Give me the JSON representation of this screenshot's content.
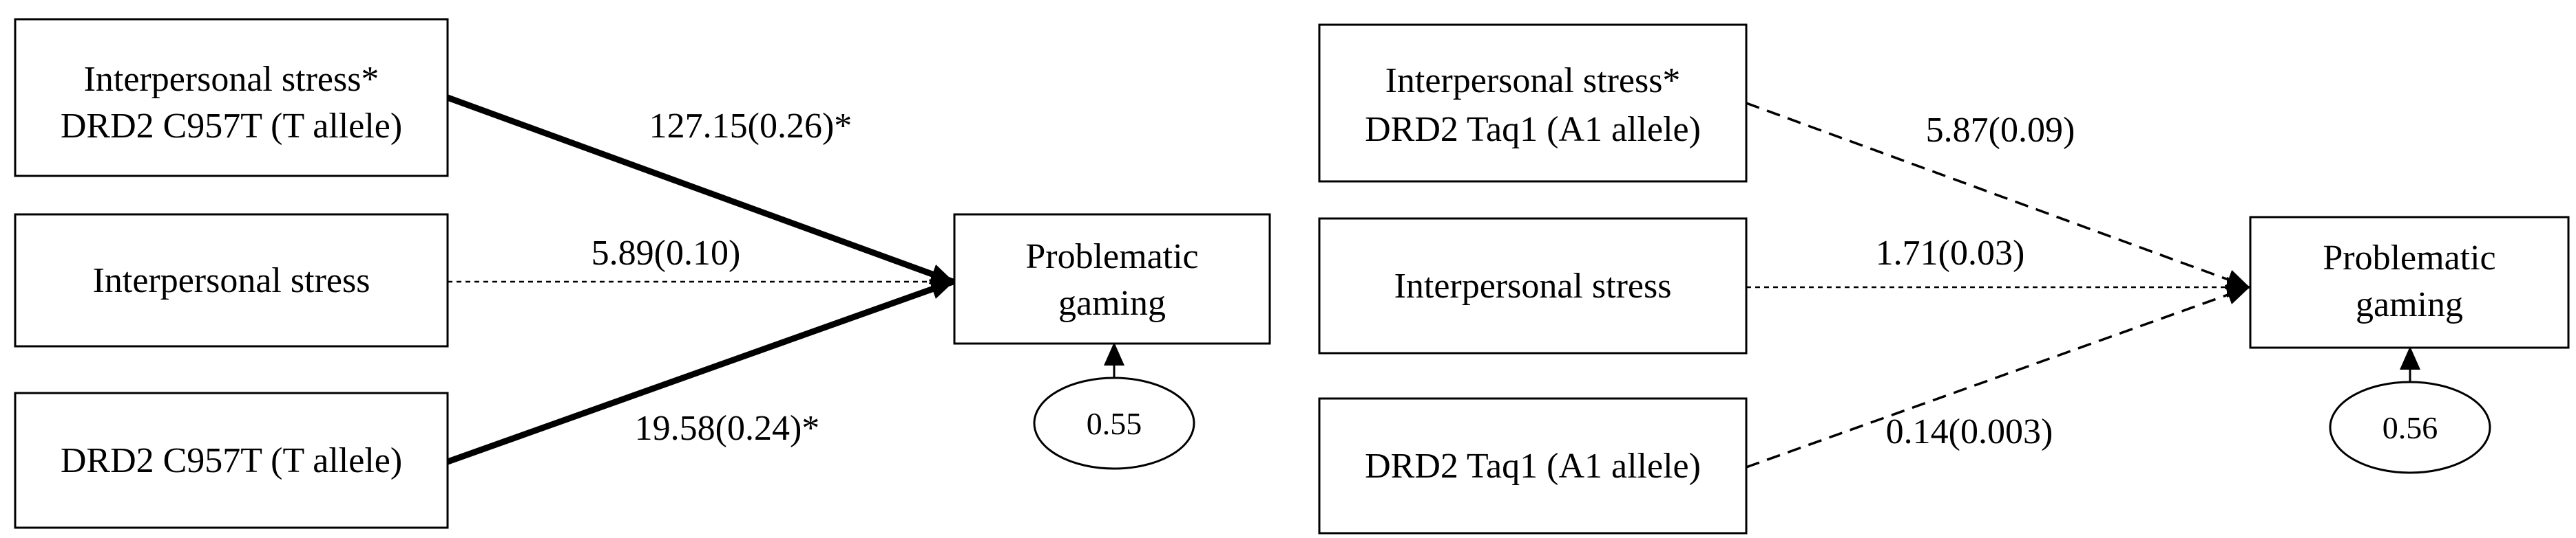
{
  "left_model": {
    "boxes": {
      "interaction": {
        "line1": "Interpersonal stress*",
        "line2": "DRD2 C957T (T allele)"
      },
      "stress": {
        "line1": "Interpersonal stress"
      },
      "gene": {
        "line1": "DRD2 C957T (T allele)"
      },
      "outcome": {
        "line1": "Problematic",
        "line2": "gaming"
      }
    },
    "coefficients": {
      "interaction": "127.15(0.26)*",
      "stress": "5.89(0.10)",
      "gene": "19.58(0.24)*"
    },
    "error": "0.55"
  },
  "right_model": {
    "boxes": {
      "interaction": {
        "line1": "Interpersonal stress*",
        "line2": "DRD2 Taq1 (A1 allele)"
      },
      "stress": {
        "line1": "Interpersonal stress"
      },
      "gene": {
        "line1": "DRD2 Taq1 (A1 allele)"
      },
      "outcome": {
        "line1": "Problematic",
        "line2": "gaming"
      }
    },
    "coefficients": {
      "interaction": "5.87(0.09)",
      "stress": "1.71(0.03)",
      "gene": "0.14(0.003)"
    },
    "error": "0.56"
  },
  "colors": {
    "stroke": "#000000",
    "background": "#ffffff"
  }
}
